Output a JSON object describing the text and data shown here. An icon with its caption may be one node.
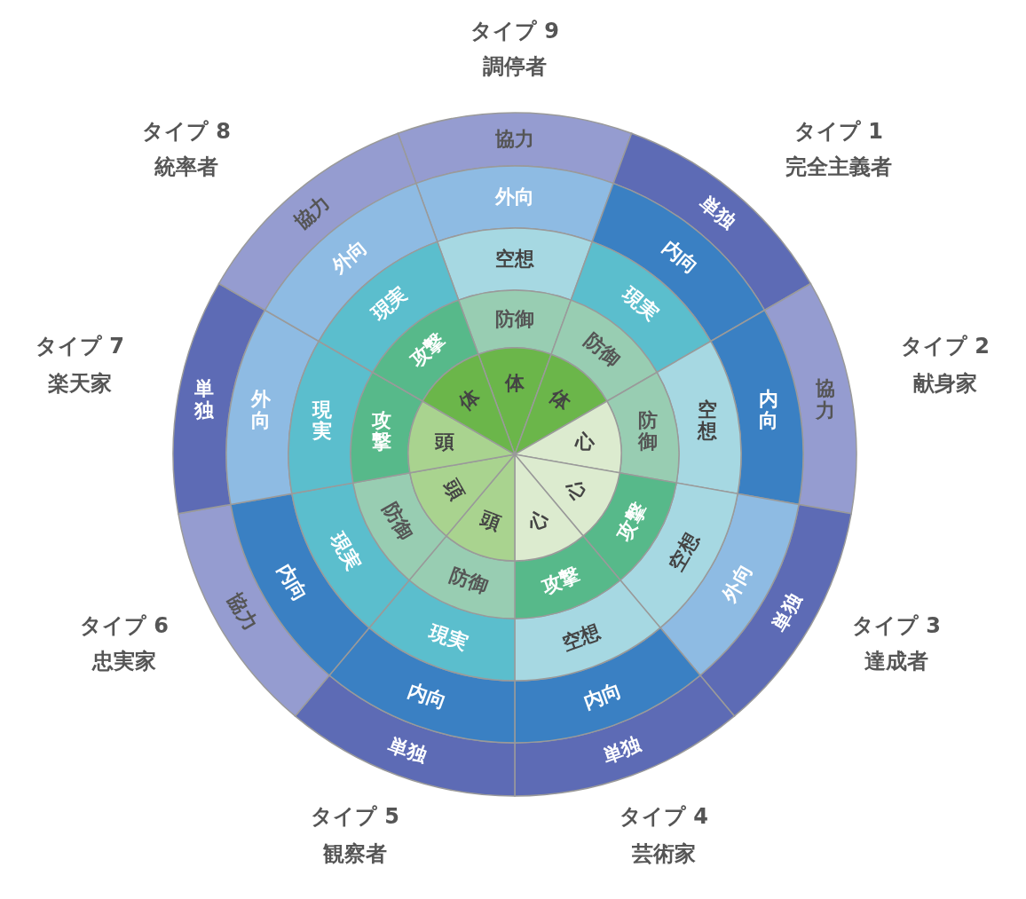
{
  "diagram": {
    "nodes": [
      {
        "text": [
          "協力"
        ]
      },
      {
        "text": [
          "単独"
        ]
      },
      {
        "text": [
          "協力"
        ]
      },
      {
        "text": [
          "単独"
        ]
      },
      {
        "text": [
          "単独"
        ]
      },
      {
        "text": [
          "単独"
        ]
      },
      {
        "text": [
          "協力"
        ]
      },
      {
        "text": [
          "単独"
        ]
      },
      {
        "text": [
          "協力"
        ]
      },
      {
        "text": [
          "外向"
        ]
      },
      {
        "text": [
          "内向"
        ]
      },
      {
        "text": [
          "内向"
        ]
      },
      {
        "text": [
          "外向"
        ]
      },
      {
        "text": [
          "内向"
        ]
      },
      {
        "text": [
          "内向"
        ]
      },
      {
        "text": [
          "内向"
        ]
      },
      {
        "text": [
          "外向"
        ]
      },
      {
        "text": [
          "外向"
        ]
      },
      {
        "text": [
          "空想"
        ]
      },
      {
        "text": [
          "現実"
        ]
      },
      {
        "text": [
          "空想"
        ]
      },
      {
        "text": [
          "空想"
        ]
      },
      {
        "text": [
          "空想"
        ]
      },
      {
        "text": [
          "現実"
        ]
      },
      {
        "text": [
          "現実"
        ]
      },
      {
        "text": [
          "現実"
        ]
      },
      {
        "text": [
          "現実"
        ]
      },
      {
        "text": [
          "防御"
        ]
      },
      {
        "text": [
          "防御"
        ]
      },
      {
        "text": [
          "防御"
        ]
      },
      {
        "text": [
          "攻撃"
        ]
      },
      {
        "text": [
          "攻撃"
        ]
      },
      {
        "text": [
          "防御"
        ]
      },
      {
        "text": [
          "防御"
        ]
      },
      {
        "text": [
          "攻撃"
        ]
      },
      {
        "text": [
          "攻撃"
        ]
      },
      {
        "text": [
          "体"
        ]
      },
      {
        "text": [
          "体"
        ]
      },
      {
        "text": [
          "心"
        ]
      },
      {
        "text": [
          "心"
        ]
      },
      {
        "text": [
          "心"
        ]
      },
      {
        "text": [
          "頭"
        ]
      },
      {
        "text": [
          "頭"
        ]
      },
      {
        "text": [
          "頭"
        ]
      },
      {
        "text": [
          "体"
        ]
      }
    ],
    "labels": [
      "タイプ 9",
      "調停者",
      "タイプ 8",
      "統率者",
      "タイプ 1",
      "完全主義者",
      "タイプ 7",
      "楽天家",
      "タイプ 2",
      "献身家",
      "タイプ 6",
      "忠実家",
      "タイプ 3",
      "達成者",
      "タイプ 5",
      "観察者",
      "タイプ 4",
      "芸術家"
    ]
  }
}
